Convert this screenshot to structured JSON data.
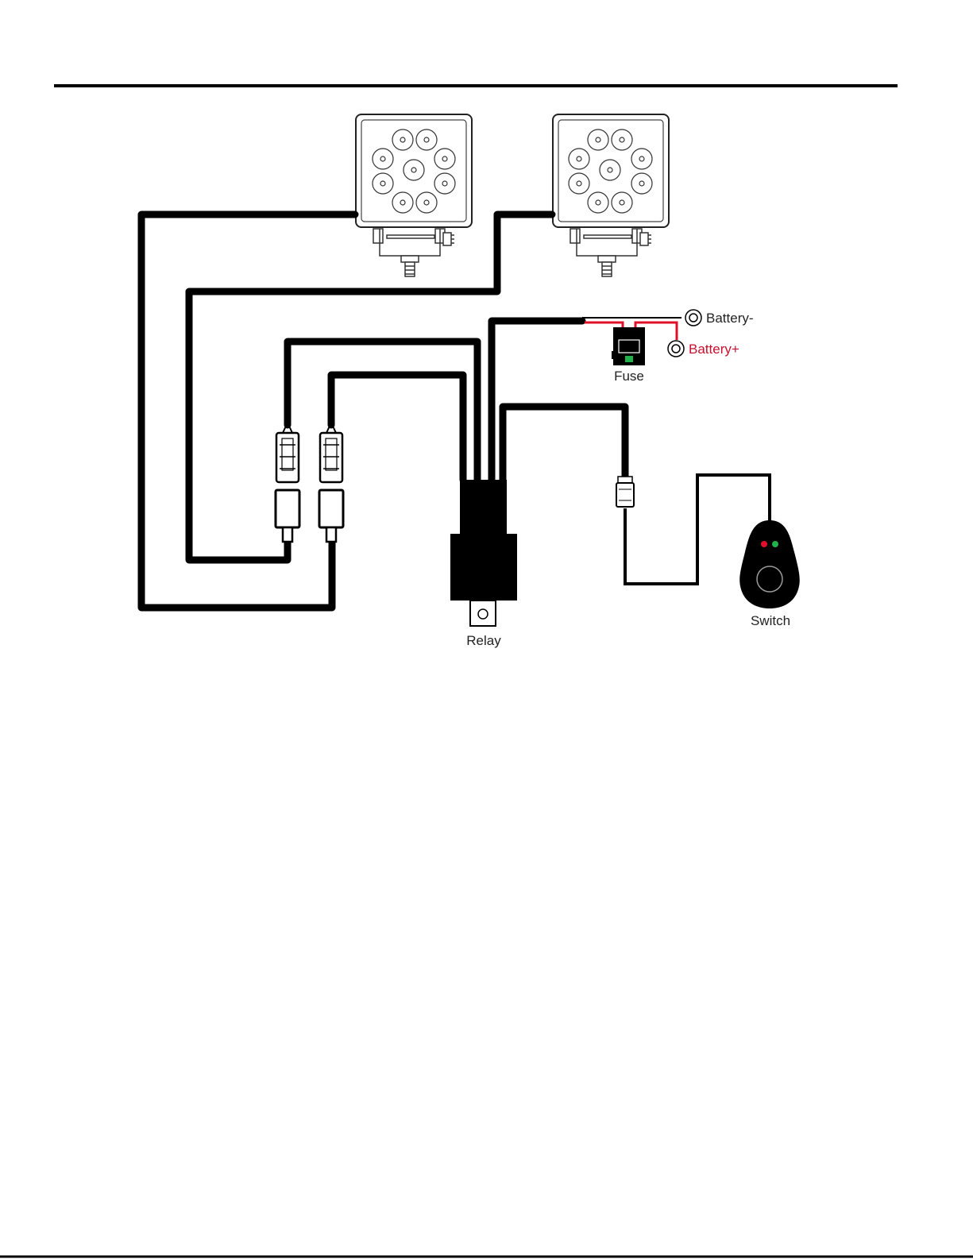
{
  "labels": {
    "battery_neg": "Battery-",
    "battery_pos": "Battery+",
    "fuse": "Fuse",
    "relay": "Relay",
    "switch": "Switch"
  },
  "colors": {
    "wire": "#000000",
    "positive_wire": "#e0102a",
    "positive_label": "#c8102e",
    "fuse_indicator": "#21b24b",
    "switch_led_red": "#e0102a",
    "switch_led_green": "#21b24b"
  },
  "icons": [
    "work-light-icon",
    "work-light-icon",
    "fuse-icon",
    "relay-icon",
    "rocker-switch-icon",
    "ring-terminal-icon",
    "connector-icon"
  ]
}
